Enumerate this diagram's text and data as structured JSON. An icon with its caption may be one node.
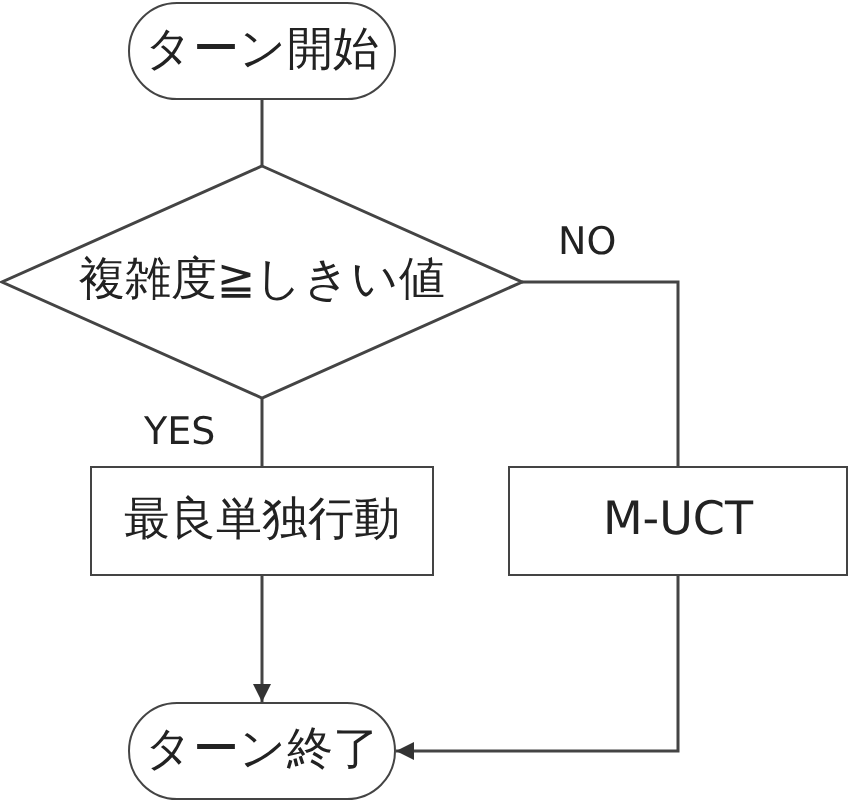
{
  "diagram": {
    "nodes": [
      {
        "text": [
          "ターン開始"
        ]
      },
      {
        "text": [
          "複雑度≧しきい値"
        ]
      },
      {
        "text": [
          "最良単独行動"
        ]
      },
      {
        "text": [
          "M-UCT"
        ]
      },
      {
        "text": [
          "ターン終了"
        ]
      }
    ],
    "edges": [
      {
        "from": 0,
        "to": 1,
        "arrow": "none"
      },
      {
        "from": 1,
        "to": 2,
        "arrow": "none",
        "label": "YES"
      },
      {
        "from": 1,
        "to": 3,
        "arrow": "none",
        "label": "NO"
      },
      {
        "from": 2,
        "to": 4,
        "arrow": "to"
      },
      {
        "from": 3,
        "to": 4,
        "arrow": "to"
      }
    ]
  }
}
